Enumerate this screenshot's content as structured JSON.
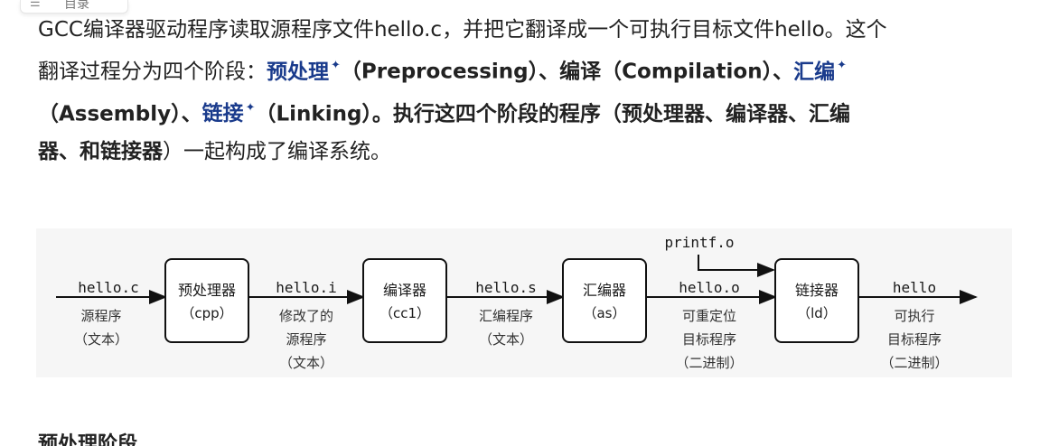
{
  "toc": {
    "icon": "list-icon",
    "label": "目录"
  },
  "paragraph": {
    "l1": "GCC编译器驱动程序读取源程序文件hello.c，并把它翻译成一个可执行目标文件hello。这个",
    "l2_a": "翻译过程分为四个阶段：",
    "kw_preprocessing": "预处理",
    "l2_b": "（Preprocessing）、",
    "l2_c": "编译",
    "l2_d": "（Compilation）、",
    "kw_assembly": "汇编",
    "l3_a": "（Assembly）、",
    "kw_linking": "链接",
    "l3_b": "（Linking）。执行这四个阶段的程序（",
    "l3_c": "预处理器、编译器、汇编",
    "l4_a": "器、和链接器",
    "l4_b": "）一起构成了编译系统。",
    "link_marker": "✦"
  },
  "diagram": {
    "nodes": [
      {
        "id": "cpp",
        "title": "预处理器",
        "sub": "（cpp）"
      },
      {
        "id": "cc1",
        "title": "编译器",
        "sub": "（cc1）"
      },
      {
        "id": "as",
        "title": "汇编器",
        "sub": "（as）"
      },
      {
        "id": "ld",
        "title": "链接器",
        "sub": "（ld）"
      }
    ],
    "edges": [
      {
        "label": "hello.c",
        "desc": [
          "源程序",
          "（文本）"
        ]
      },
      {
        "label": "hello.i",
        "desc": [
          "修改了的",
          "源程序",
          "（文本）"
        ]
      },
      {
        "label": "hello.s",
        "desc": [
          "汇编程序",
          "（文本）"
        ]
      },
      {
        "label": "hello.o",
        "desc": [
          "可重定位",
          "目标程序",
          "（二进制）"
        ]
      },
      {
        "label": "hello",
        "desc": [
          "可执行",
          "目标程序",
          "（二进制）"
        ]
      }
    ],
    "extra_input": "printf.o"
  },
  "next_heading": "预处理阶段"
}
